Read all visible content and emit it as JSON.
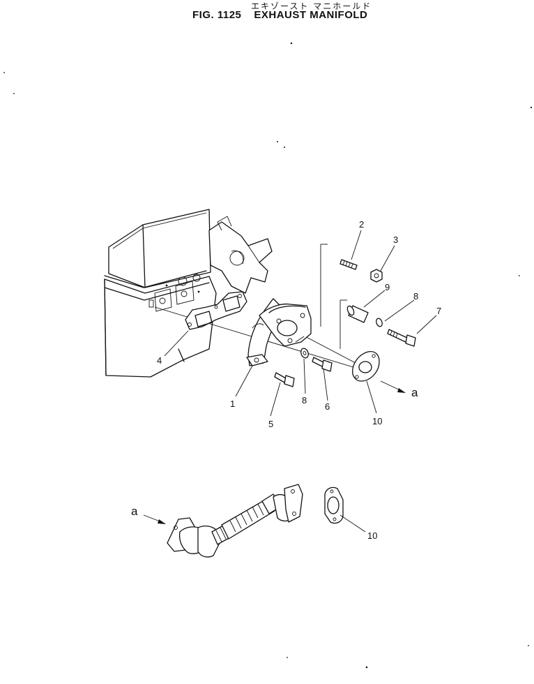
{
  "header": {
    "japanese_title": "エキゾースト マニホールド",
    "fig_number": "FIG. 1125",
    "title": "EXHAUST MANIFOLD"
  },
  "callouts": [
    {
      "id": "1",
      "label": "1"
    },
    {
      "id": "2",
      "label": "2"
    },
    {
      "id": "3",
      "label": "3"
    },
    {
      "id": "4",
      "label": "4"
    },
    {
      "id": "5",
      "label": "5"
    },
    {
      "id": "6",
      "label": "6"
    },
    {
      "id": "7",
      "label": "7"
    },
    {
      "id": "8a",
      "label": "8"
    },
    {
      "id": "8b",
      "label": "8"
    },
    {
      "id": "9",
      "label": "9"
    },
    {
      "id": "10a",
      "label": "10"
    },
    {
      "id": "10b",
      "label": "10"
    }
  ],
  "references": [
    {
      "id": "a_out",
      "label": "a"
    },
    {
      "id": "a_in",
      "label": "a"
    }
  ],
  "colors": {
    "ink": "#111111",
    "paper": "#ffffff"
  }
}
